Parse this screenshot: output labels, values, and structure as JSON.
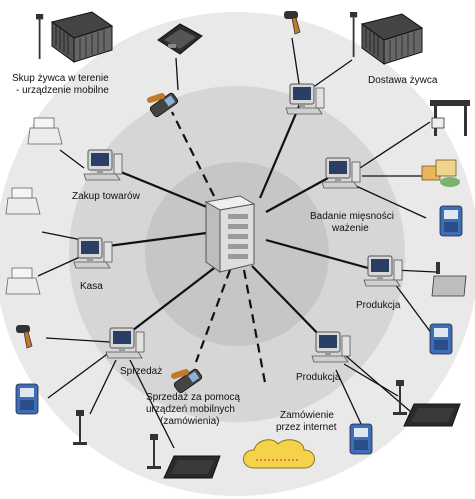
{
  "labels": {
    "skup_line1": "Skup żywca w terenie",
    "skup_line2": "- urządzenie mobilne",
    "dostawa": "Dostawa żywca",
    "zakup": "Zakup towarów",
    "badanie_line1": "Badanie mięsności",
    "badanie_line2": "ważenie",
    "kasa": "Kasa",
    "produkcja_right": "Produkcja",
    "sprzedaz": "Sprzedaż",
    "produkcja_bottom": "Produkcja",
    "mobile_line1": "Sprzedaż za pomocą",
    "mobile_line2": "urządzeń mobilnych",
    "mobile_line3": "(zamówienia)",
    "internet_line1": "Zamówienie",
    "internet_line2": "przez internet"
  },
  "colors": {
    "outer_ring": "#e9e9e9",
    "middle_ring": "#d6d6d6",
    "inner_ring": "#c6c6c6",
    "line": "#111111",
    "cloud": "#f4d34a"
  }
}
